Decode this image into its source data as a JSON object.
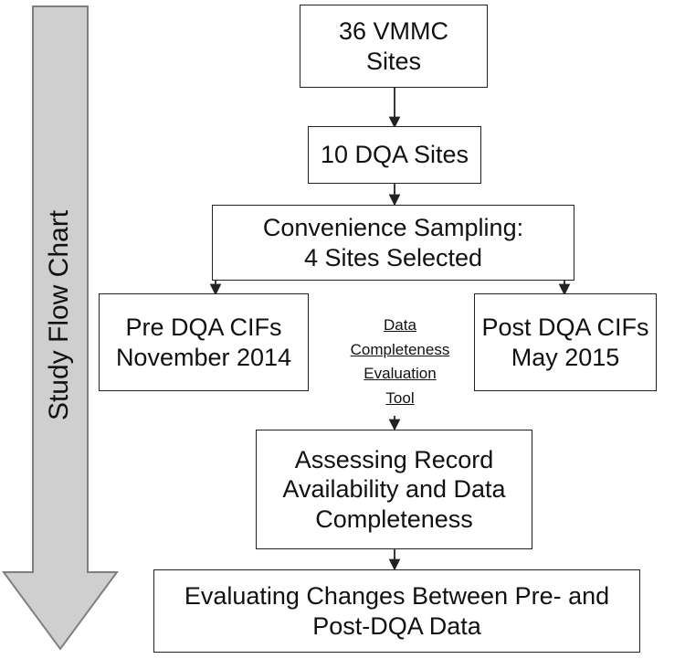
{
  "side_arrow": {
    "label": "Study Flow Chart",
    "fill": "#cfcfcf",
    "stroke": "#7f7f7f"
  },
  "boxes": {
    "vmmc_sites": {
      "lines": [
        "36 VMMC",
        "Sites"
      ]
    },
    "dqa_sites": {
      "lines": [
        "10 DQA Sites"
      ]
    },
    "convenience_sampling": {
      "lines": [
        "Convenience Sampling:",
        "4 Sites Selected"
      ]
    },
    "pre_dqa": {
      "lines": [
        "Pre DQA CIFs",
        "November 2014"
      ]
    },
    "post_dqa": {
      "lines": [
        "Post DQA CIFs",
        "May 2015"
      ]
    },
    "assessing": {
      "lines": [
        "Assessing Record",
        "Availability and Data",
        "Completeness"
      ]
    },
    "evaluating": {
      "lines": [
        "Evaluating Changes Between Pre- and",
        "Post-DQA Data"
      ]
    }
  },
  "tool_label": {
    "lines": [
      "Data",
      "Completeness",
      "Evaluation",
      "Tool"
    ]
  },
  "colors": {
    "line": "#222222",
    "text": "#111111"
  }
}
